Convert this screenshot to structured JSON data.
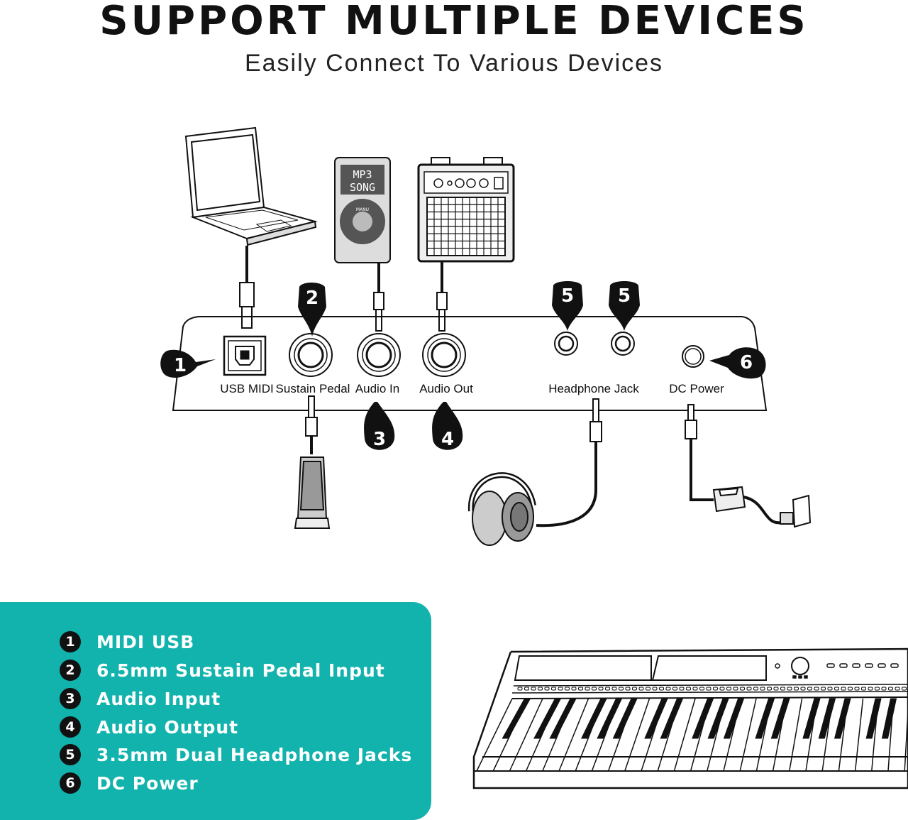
{
  "title": "SUPPORT MULTIPLE DEVICES",
  "subtitle": "Easily Connect To Various Devices",
  "devices": {
    "mp3_line1": "MP3",
    "mp3_line2": "SONG",
    "mp3_menu": "MANU"
  },
  "ports": [
    {
      "num": "1",
      "label": "USB MIDI"
    },
    {
      "num": "2",
      "label": "Sustain Pedal"
    },
    {
      "num": "3",
      "label": "Audio In"
    },
    {
      "num": "4",
      "label": "Audio Out"
    },
    {
      "num": "5",
      "label": "Headphone Jack"
    },
    {
      "num": "6",
      "label": "DC Power"
    }
  ],
  "legend": [
    {
      "num": "1",
      "label": "MIDI USB"
    },
    {
      "num": "2",
      "label": "6.5mm Sustain Pedal Input"
    },
    {
      "num": "3",
      "label": "Audio Input"
    },
    {
      "num": "4",
      "label": "Audio Output"
    },
    {
      "num": "5",
      "label": "3.5mm Dual Headphone Jacks"
    },
    {
      "num": "6",
      "label": "DC Power"
    }
  ],
  "colors": {
    "panel": "#12b3ad",
    "line": "#111111"
  },
  "icons": [
    "laptop-icon",
    "mp3-player-icon",
    "amplifier-icon",
    "pointing-hand-icon",
    "sustain-pedal-icon",
    "headphones-icon",
    "power-adapter-icon",
    "wall-outlet-icon",
    "keyboard-piano-icon"
  ]
}
